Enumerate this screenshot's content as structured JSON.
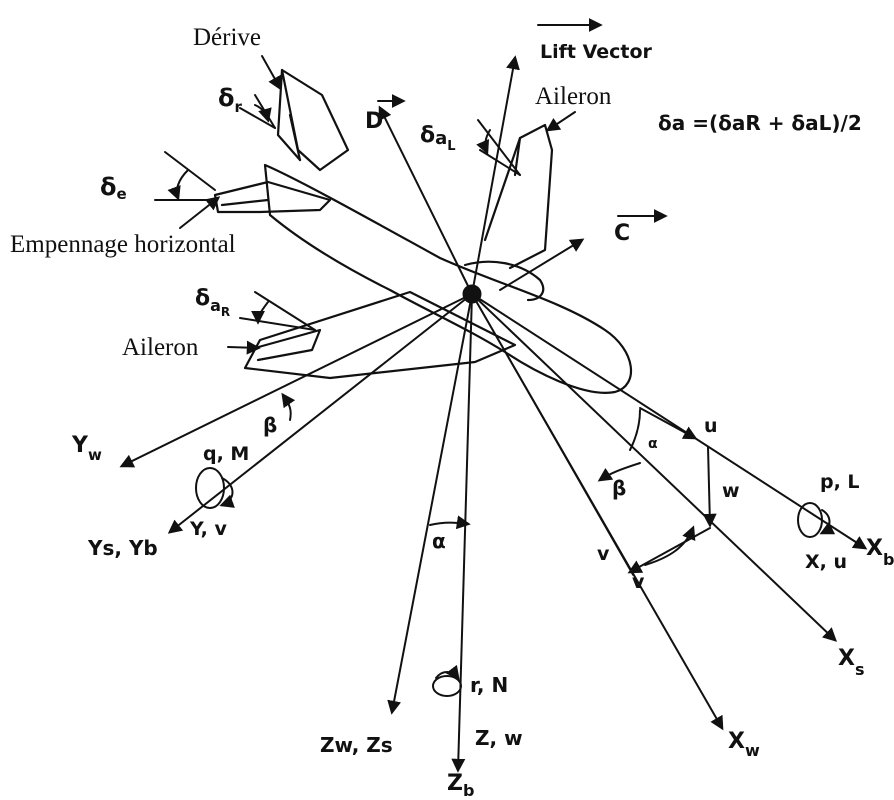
{
  "labels": {
    "derive": "Dérive",
    "lift_vector": "Lift Vector",
    "aileron_top": "Aileron",
    "aileron_left": "Aileron",
    "empennage": "Empennage horizontal",
    "delta_r": "δ",
    "delta_r_sub": "r",
    "delta_e": "δ",
    "delta_e_sub": "e",
    "delta_aL": "δ",
    "delta_aL_sub": "a",
    "delta_aL_subsub": "L",
    "delta_aR": "δ",
    "delta_aR_sub": "a",
    "delta_aR_subsub": "R",
    "formula": "δa =(δaR + δaL)/2",
    "D": "D",
    "C": "C",
    "Yw": "Y",
    "Yw_sub": "w",
    "qM": "q, M",
    "YsYb": "Ys, Yb",
    "Yv": "Y, v",
    "beta_left": "β",
    "beta_mid": "β",
    "alpha_mid": "α",
    "alpha_small": "α",
    "u": "u",
    "w": "w",
    "v1": "v",
    "v2": "v",
    "pL": "p, L",
    "Xb": "X",
    "Xb_sub": "b",
    "Xu": "X, u",
    "Xs": "X",
    "Xs_sub": "s",
    "Xw": "X",
    "Xw_sub": "w",
    "rN": "r, N",
    "ZwZs": "Zw, Zs",
    "Zw2": "Z, w",
    "Zb": "Z",
    "Zb_sub": "b"
  }
}
